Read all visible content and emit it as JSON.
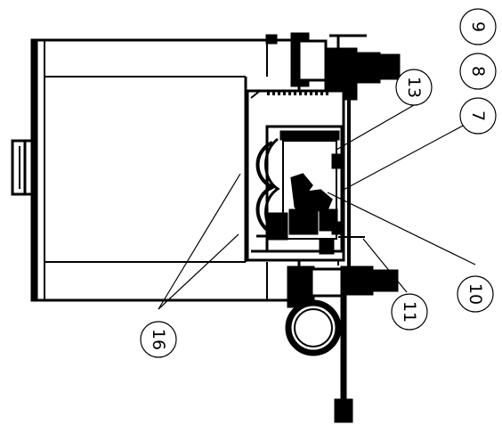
{
  "diagram": {
    "callouts": [
      {
        "id": "c9",
        "text": "9"
      },
      {
        "id": "c8",
        "text": "8"
      },
      {
        "id": "c7",
        "text": "7"
      },
      {
        "id": "c13",
        "text": "13"
      },
      {
        "id": "c10",
        "text": "10"
      },
      {
        "id": "c11",
        "text": "11"
      },
      {
        "id": "c16",
        "text": "16"
      }
    ],
    "colors": {
      "ink": "#000000",
      "paper": "#ffffff"
    }
  }
}
